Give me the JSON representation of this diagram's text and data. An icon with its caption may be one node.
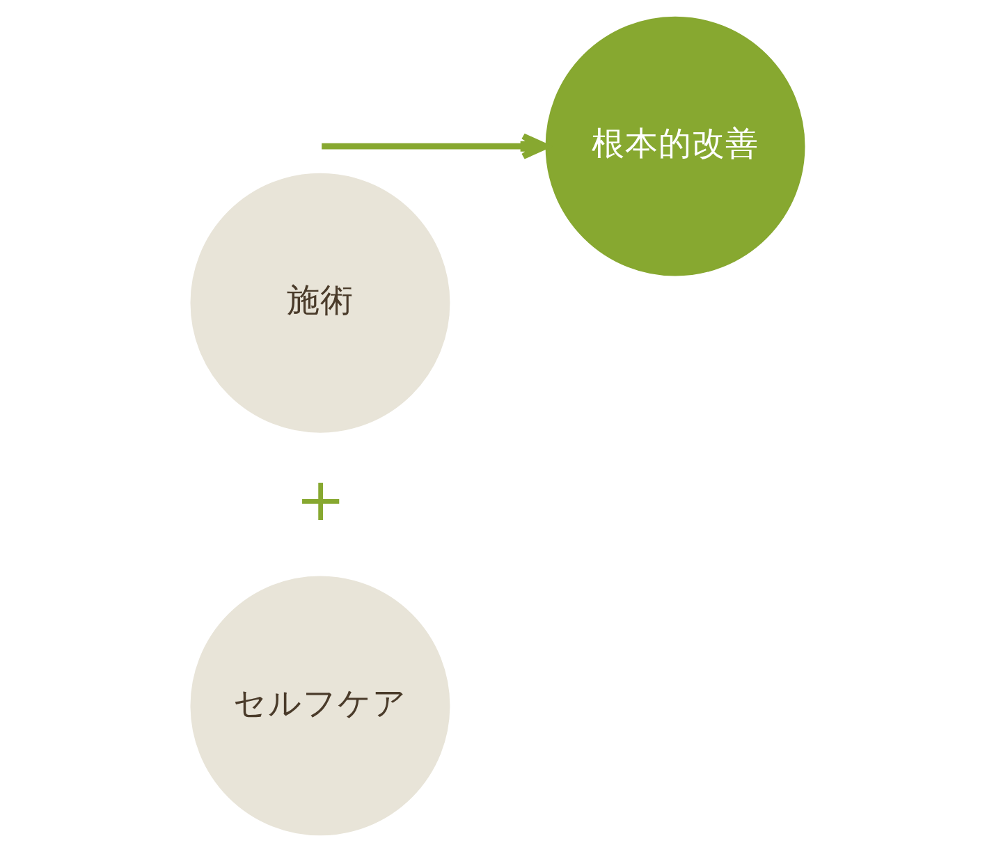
{
  "diagram": {
    "nodes": [
      {
        "text": [
          "施術"
        ]
      },
      {
        "text": [
          "セルフケア"
        ]
      },
      {
        "text": [
          "根本的改善"
        ]
      }
    ],
    "edges": [
      {
        "from": null,
        "to": 2,
        "arrow": "to"
      }
    ],
    "labels": [
      "＋"
    ]
  }
}
